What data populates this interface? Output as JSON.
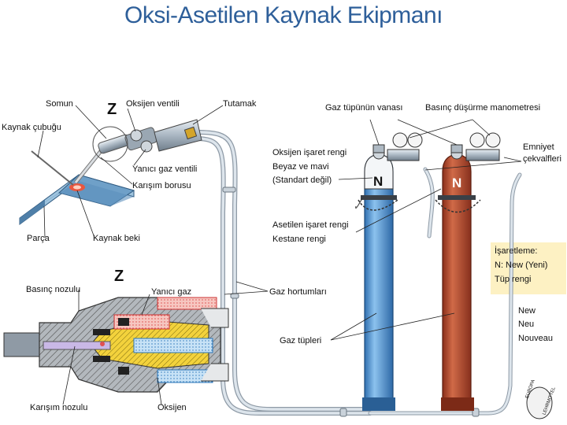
{
  "title": "Oksi-Asetilen Kaynak Ekipmanı",
  "labels": {
    "somun": "Somun",
    "z_top": "Z",
    "oksijen_ventili": "Oksijen ventili",
    "tutamak": "Tutamak",
    "kaynak_cubugu": "Kaynak çubuğu",
    "yanici_gaz_ventili": "Yanıcı gaz ventili",
    "karisim_borusu": "Karışım borusu",
    "parca": "Parça",
    "kaynak_beki": "Kaynak beki",
    "z_bottom": "Z",
    "basinc_nozulu": "Basınç nozulu",
    "yanici_gaz": "Yanıcı gaz",
    "karisim_nozulu": "Karışım nozulu",
    "oksijen": "Oksijen",
    "gaz_hortumlari": "Gaz hortumları",
    "gaz_tupleri": "Gaz tüpleri",
    "gaz_tupunun_vanasi": "Gaz tüpünün vanası",
    "basinc_dusurme": "Basınç düşürme manometresi",
    "emniyet": "Emniyet",
    "cekvalfleri": "çekvalfleri",
    "oksijen_isaret_1": "Oksijen işaret rengi",
    "oksijen_isaret_2": "Beyaz ve mavi",
    "oksijen_isaret_3": "(Standart değil)",
    "asetilen_isaret_1": "Asetilen işaret rengi",
    "asetilen_isaret_2": "Kestane rengi",
    "isaretleme_1": "İşaretleme:",
    "isaretleme_2": "N: New (Yeni)",
    "isaretleme_3": "Tüp rengi",
    "new_1": "New",
    "new_2": "Neu",
    "new_3": "Nouveau",
    "n_blue": "N",
    "n_red": "N",
    "logo_1": "EUROPA",
    "logo_2": "LEHRMITTEL"
  },
  "colors": {
    "title": "#2e5f9a",
    "oxygen_cylinder": "#4a8fd0",
    "acetylene_cylinder": "#b0442a",
    "hose": "#c9d4de",
    "marking_box": "#fdf1c3"
  }
}
